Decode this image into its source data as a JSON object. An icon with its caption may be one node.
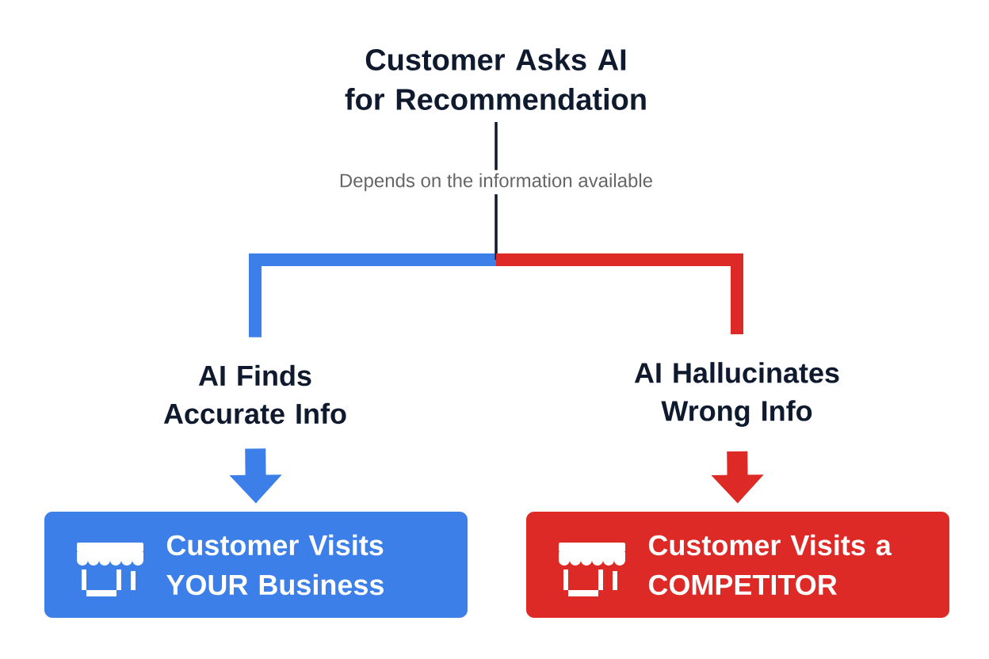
{
  "diagram": {
    "nodes": [
      {
        "text": [
          "Customer Asks AI for Recommendation"
        ]
      },
      {
        "text": [
          "AI Finds Accurate Info"
        ]
      },
      {
        "text": [
          "AI Hallucinates Wrong Info"
        ]
      },
      {
        "text": [
          "Customer Visits YOUR Business"
        ]
      },
      {
        "text": [
          "Customer Visits a COMPETITOR"
        ]
      }
    ],
    "edges": [
      {
        "from": 0,
        "to": 1,
        "arrow": "none",
        "color": "#3d7fe8",
        "label": "Depends on the information available"
      },
      {
        "from": 0,
        "to": 2,
        "arrow": "none",
        "color": "#dd2a26"
      },
      {
        "from": 1,
        "to": 3,
        "arrow": "to",
        "color": "#3d7fe8"
      },
      {
        "from": 2,
        "to": 4,
        "arrow": "to",
        "color": "#dd2a26"
      }
    ]
  }
}
